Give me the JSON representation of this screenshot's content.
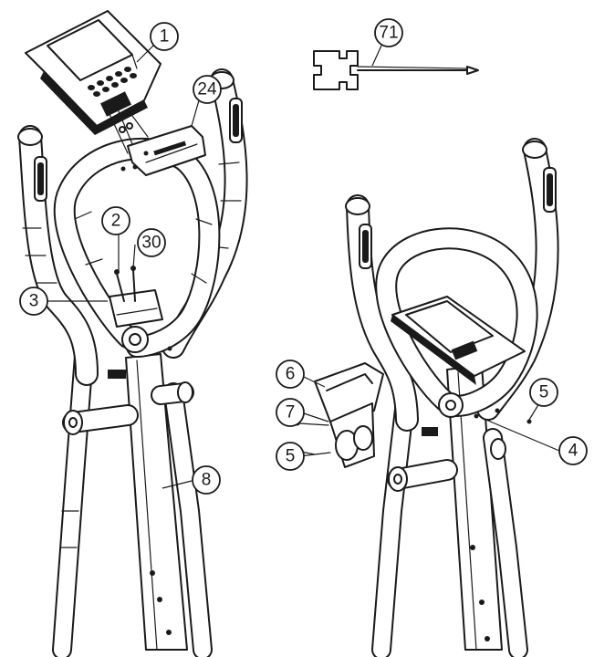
{
  "callouts": {
    "console": "1",
    "wrench": "71",
    "bracket": "24",
    "bolt_left": "2",
    "washer_left": "30",
    "handlebar": "3",
    "mast": "8",
    "cover": "6",
    "screw_cover": "7",
    "screw_cover_lower": "5",
    "screw_right": "5",
    "mount_right": "4"
  }
}
